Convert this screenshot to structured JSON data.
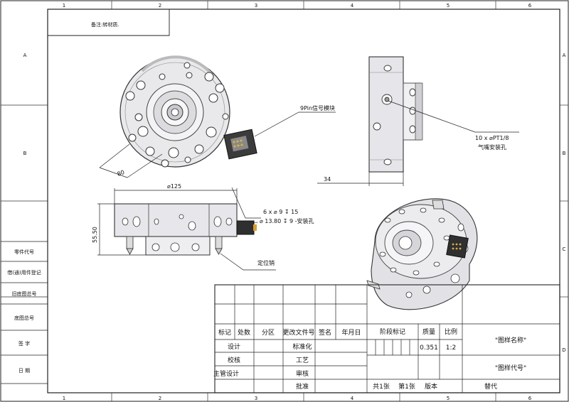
{
  "border": {
    "columns": [
      "1",
      "2",
      "3",
      "4",
      "5",
      "6"
    ],
    "rows": [
      "A",
      "B",
      "C",
      "D"
    ]
  },
  "left_panel": {
    "labels": [
      "零件代号",
      "借(通)用件登记",
      "旧底图总号",
      "底图总号",
      "签 字",
      "日 期"
    ]
  },
  "top_note": "备注:转材质.",
  "annotations": {
    "module": "9Pin信号模块",
    "air_hole_1": "10 x ⌀PT1/8",
    "air_hole_2": "气嘴安装孔",
    "dim_80": "80",
    "dim_34": "34",
    "dim_125": "⌀125",
    "dim_5550": "55.50",
    "hole_spec_1": "6 x ⌀ 9 ↧ 15",
    "hole_spec_2": "⌴ ⌀ 13.80 ↧ 9 -安装孔",
    "pin": "定位销"
  },
  "title_block": {
    "headers": [
      "标记",
      "处数",
      "分区",
      "更改文件号",
      "签名",
      "年月日"
    ],
    "rows": [
      "设计",
      "校核",
      "主管设计"
    ],
    "mid_labels": [
      "标准化",
      "工艺",
      "审核",
      "批准"
    ],
    "stage_label": "阶段标记",
    "weight_label": "质量",
    "scale_label": "比例",
    "weight_value": "0.351",
    "scale_value": "1:2",
    "drawing_name": "\"图样名称\"",
    "drawing_code": "\"图样代号\"",
    "sheets_total": "共1张",
    "sheet_no": "第1张",
    "version": "版本",
    "replace": "替代"
  }
}
